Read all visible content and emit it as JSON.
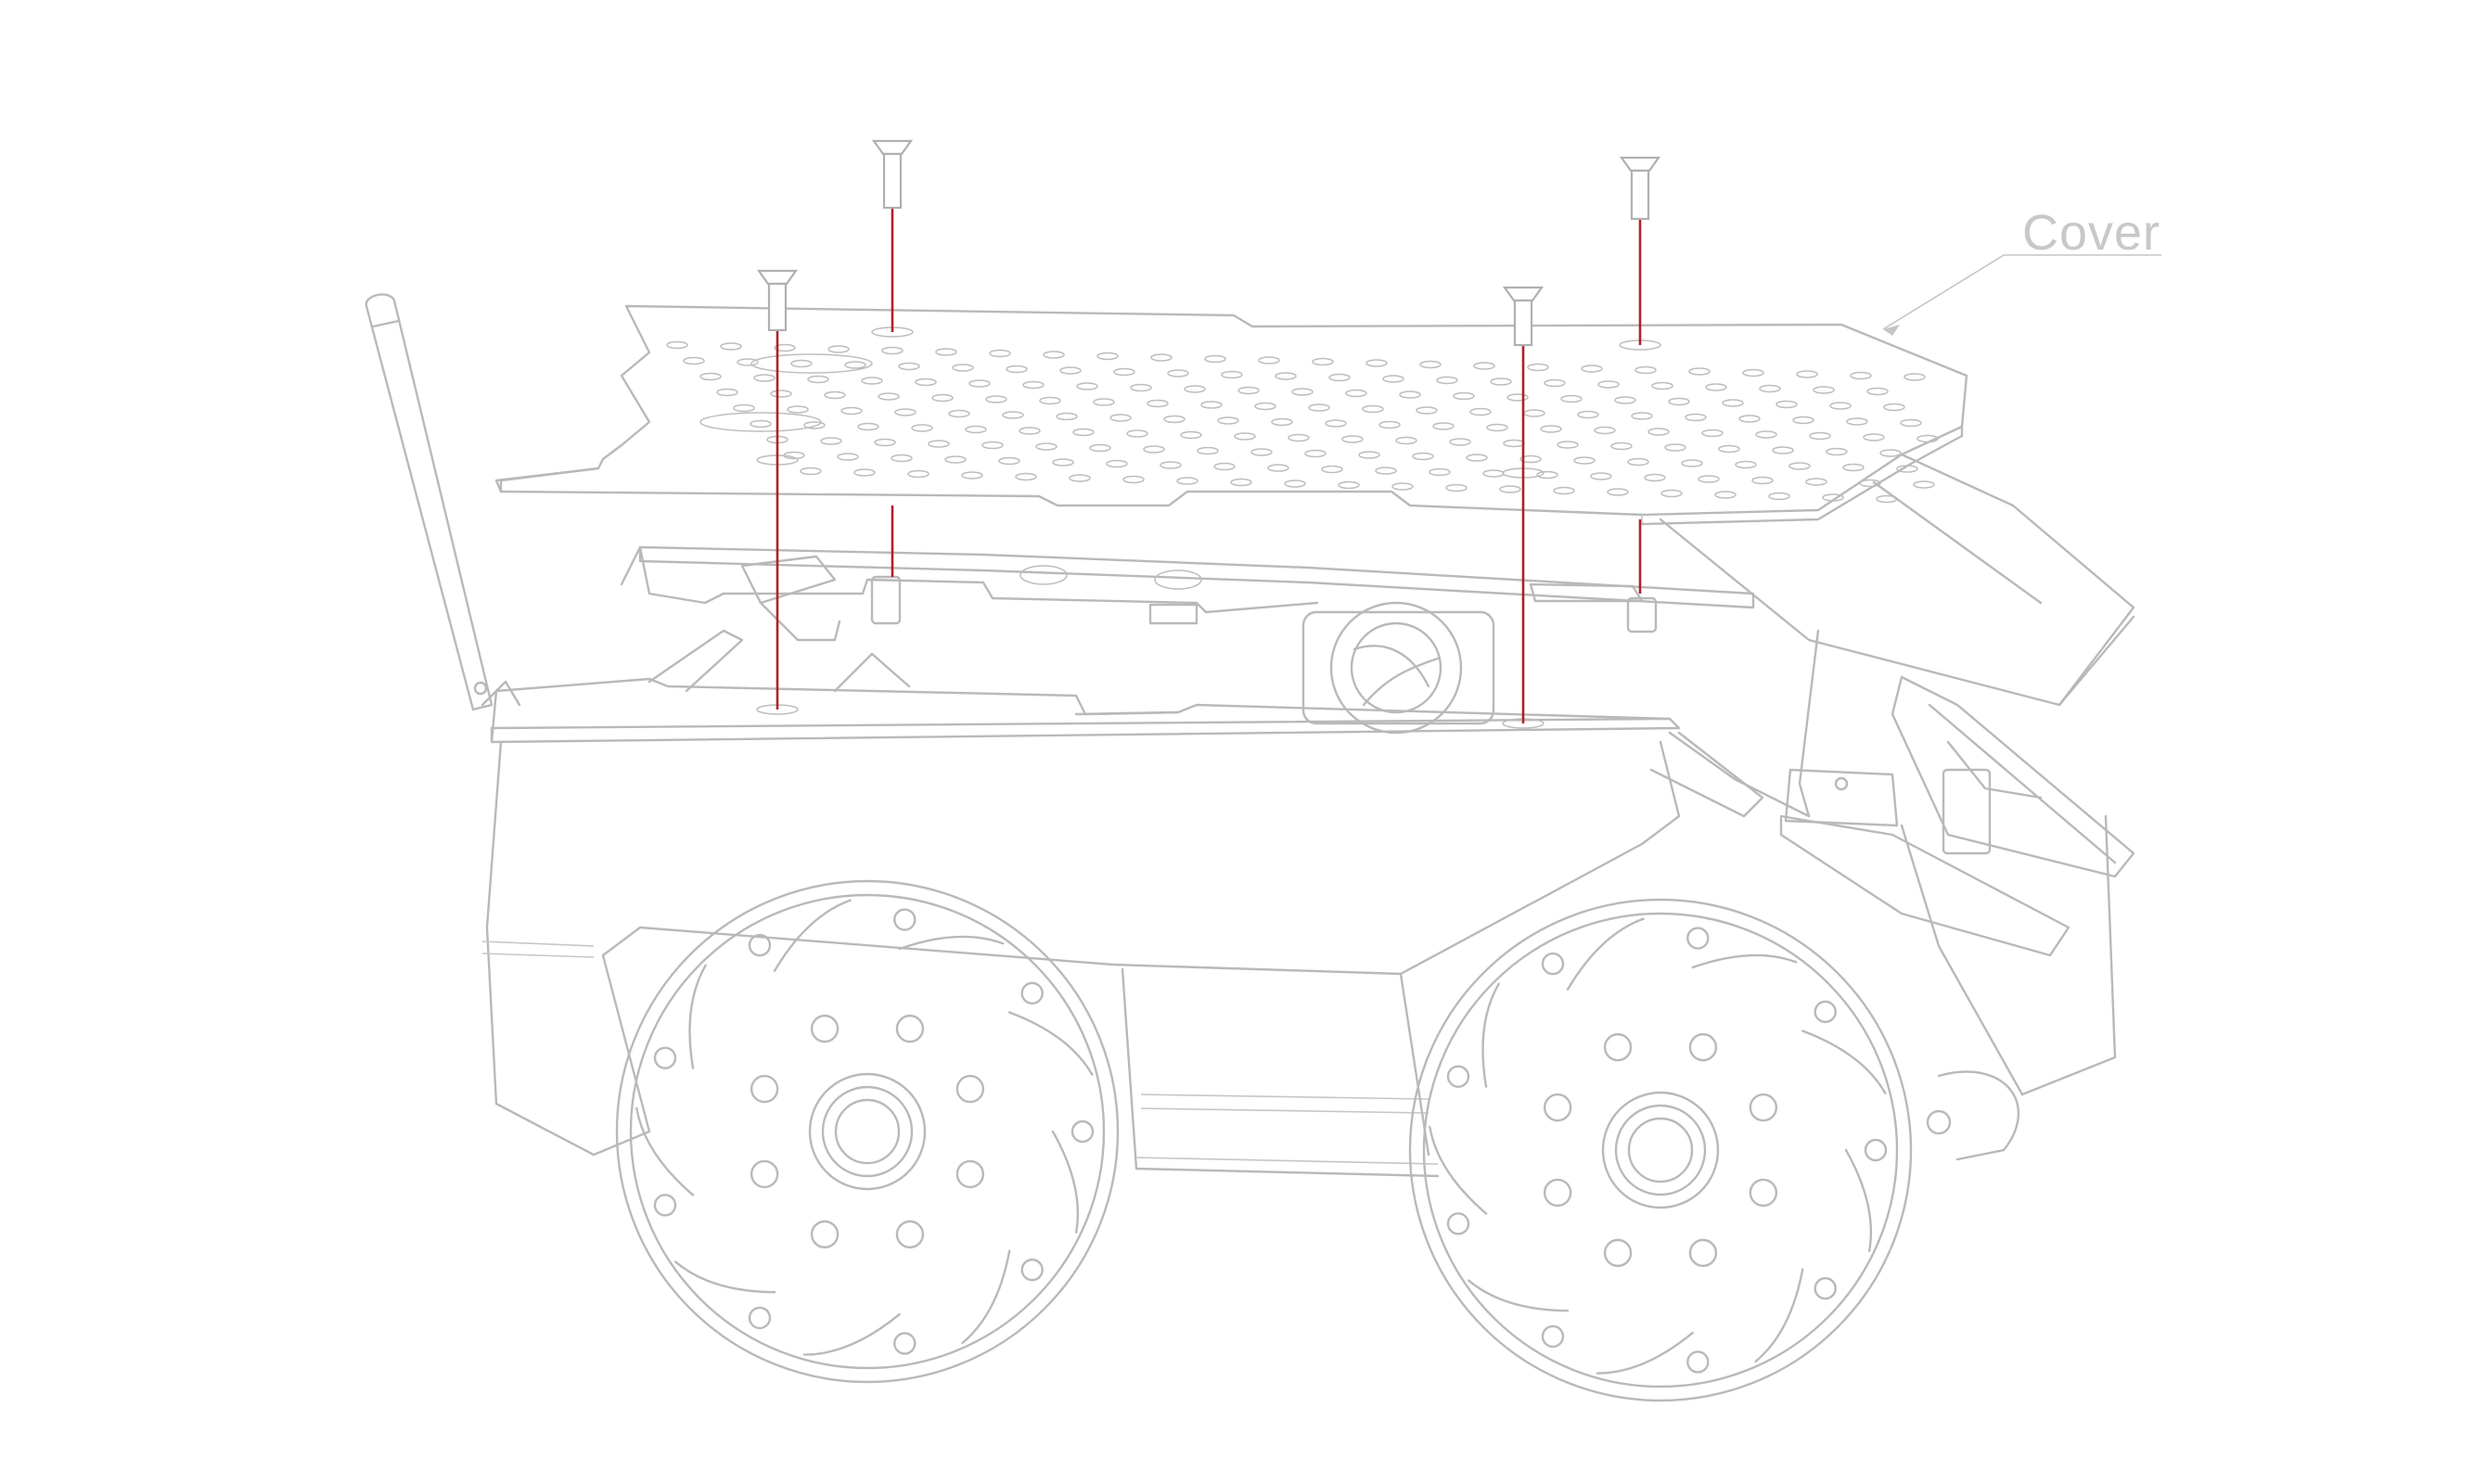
{
  "label": {
    "cover": "Cover"
  },
  "colors": {
    "outline": "#b9b9b9",
    "guide_line": "#b0202a",
    "label": "#c8c8c8"
  },
  "parts": [
    "cover-plate",
    "screws",
    "chassis",
    "mecanum-wheels",
    "antenna",
    "fan",
    "lidar-mount"
  ]
}
